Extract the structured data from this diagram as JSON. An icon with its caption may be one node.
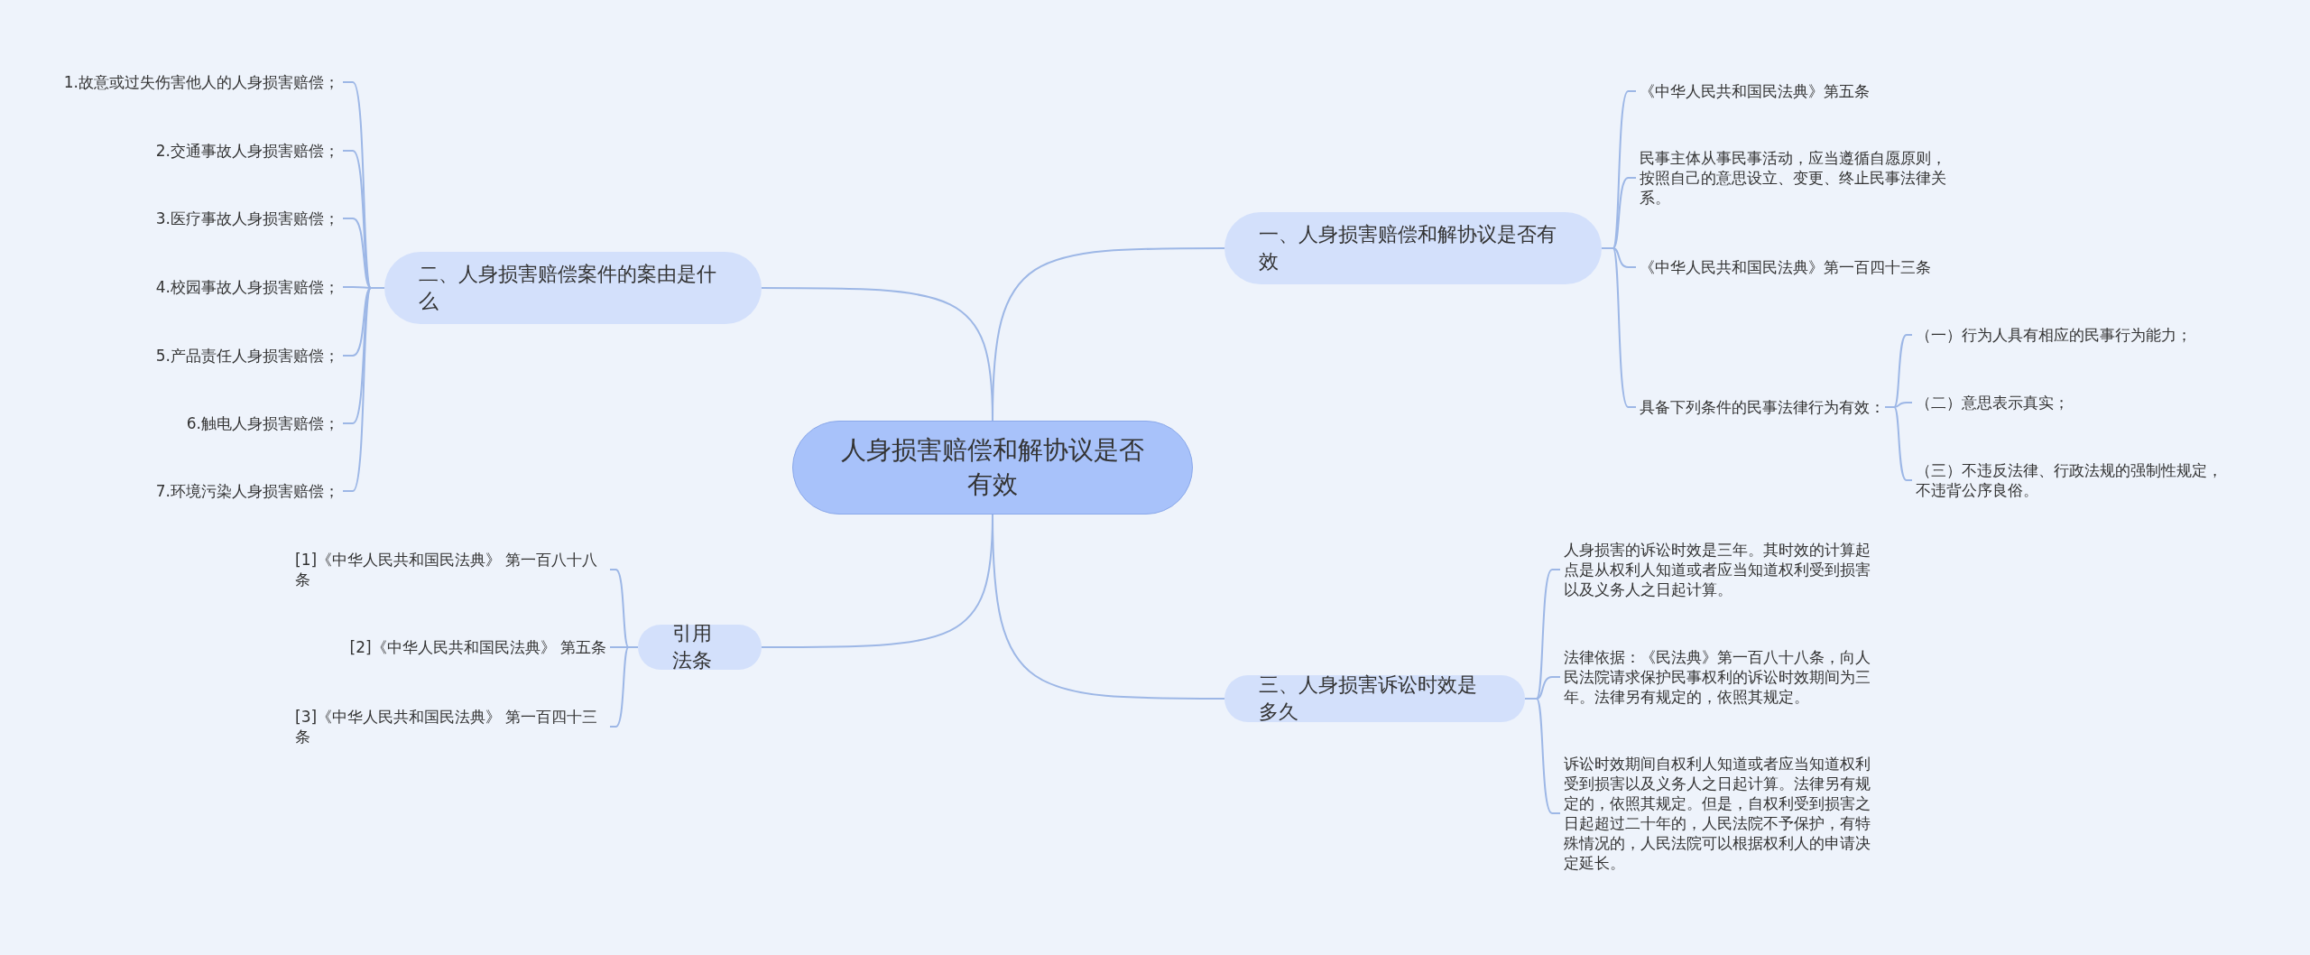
{
  "diagram": {
    "nodes": [
      {
        "text": [
          "人身损害赔偿和解协议是否有效"
        ]
      },
      {
        "text": [
          "一、人身损害赔偿和解协议是否有效"
        ]
      },
      {
        "text": [
          "《中华人民共和国民法典》第五条"
        ]
      },
      {
        "text": [
          "民事主体从事民事活动，应当遵循自愿原则，按照自己的意思设立、变更、终止民事法律关系。"
        ]
      },
      {
        "text": [
          "《中华人民共和国民法典》第一百四十三条"
        ]
      },
      {
        "text": [
          "具备下列条件的民事法律行为有效："
        ]
      },
      {
        "text": [
          "（一）行为人具有相应的民事行为能力；"
        ]
      },
      {
        "text": [
          "（二）意思表示真实；"
        ]
      },
      {
        "text": [
          "（三）不违反法律、行政法规的强制性规定，不违背公序良俗。"
        ]
      },
      {
        "text": [
          "二、人身损害赔偿案件的案由是什么"
        ]
      },
      {
        "text": [
          "1.故意或过失伤害他人的人身损害赔偿；"
        ]
      },
      {
        "text": [
          "2.交通事故人身损害赔偿；"
        ]
      },
      {
        "text": [
          "3.医疗事故人身损害赔偿；"
        ]
      },
      {
        "text": [
          "4.校园事故人身损害赔偿；"
        ]
      },
      {
        "text": [
          "5.产品责任人身损害赔偿；"
        ]
      },
      {
        "text": [
          "6.触电人身损害赔偿；"
        ]
      },
      {
        "text": [
          "7.环境污染人身损害赔偿；"
        ]
      },
      {
        "text": [
          "引用法条"
        ]
      },
      {
        "text": [
          "[1]《中华人民共和国民法典》 第一百八十八条"
        ]
      },
      {
        "text": [
          "[2]《中华人民共和国民法典》 第五条"
        ]
      },
      {
        "text": [
          "[3]《中华人民共和国民法典》 第一百四十三条"
        ]
      },
      {
        "text": [
          "三、人身损害诉讼时效是多久"
        ]
      },
      {
        "text": [
          "人身损害的诉讼时效是三年。其时效的计算起点是从权利人知道或者应当知道权利受到损害以及义务人之日起计算。"
        ]
      },
      {
        "text": [
          "法律依据：《民法典》第一百八十八条，向人民法院请求保护民事权利的诉讼时效期间为三年。法律另有规定的，依照其规定。"
        ]
      },
      {
        "text": [
          "诉讼时效期间自权利人知道或者应当知道权利受到损害以及义务人之日起计算。法律另有规定的，依照其规定。但是，自权利受到损害之日起超过二十年的，人民法院不予保护，有特殊情况的，人民法院可以根据权利人的申请决定延长。"
        ]
      }
    ],
    "edges": [
      {
        "from": 0,
        "to": 1,
        "arrow": "none"
      },
      {
        "from": 1,
        "to": 2,
        "arrow": "none"
      },
      {
        "from": 1,
        "to": 3,
        "arrow": "none"
      },
      {
        "from": 1,
        "to": 4,
        "arrow": "none"
      },
      {
        "from": 1,
        "to": 5,
        "arrow": "none"
      },
      {
        "from": 5,
        "to": 6,
        "arrow": "none"
      },
      {
        "from": 5,
        "to": 7,
        "arrow": "none"
      },
      {
        "from": 5,
        "to": 8,
        "arrow": "none"
      },
      {
        "from": 0,
        "to": 9,
        "arrow": "none"
      },
      {
        "from": 9,
        "to": 10,
        "arrow": "none"
      },
      {
        "from": 9,
        "to": 11,
        "arrow": "none"
      },
      {
        "from": 9,
        "to": 12,
        "arrow": "none"
      },
      {
        "from": 9,
        "to": 13,
        "arrow": "none"
      },
      {
        "from": 9,
        "to": 14,
        "arrow": "none"
      },
      {
        "from": 9,
        "to": 15,
        "arrow": "none"
      },
      {
        "from": 9,
        "to": 16,
        "arrow": "none"
      },
      {
        "from": 0,
        "to": 17,
        "arrow": "none"
      },
      {
        "from": 17,
        "to": 18,
        "arrow": "none"
      },
      {
        "from": 17,
        "to": 19,
        "arrow": "none"
      },
      {
        "from": 17,
        "to": 20,
        "arrow": "none"
      },
      {
        "from": 0,
        "to": 21,
        "arrow": "none"
      },
      {
        "from": 21,
        "to": 22,
        "arrow": "none"
      },
      {
        "from": 21,
        "to": 23,
        "arrow": "none"
      },
      {
        "from": 21,
        "to": 24,
        "arrow": "none"
      }
    ]
  }
}
